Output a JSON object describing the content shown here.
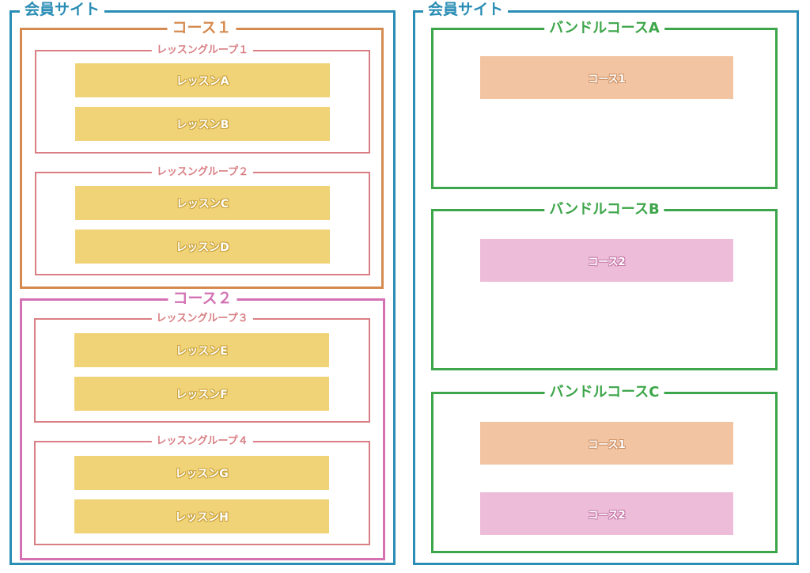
{
  "left_site": {
    "title": "会員サイト",
    "courses": [
      {
        "title": "コース１",
        "groups": [
          {
            "title": "レッスングループ１",
            "lessons": [
              "レッスンA",
              "レッスンB"
            ]
          },
          {
            "title": "レッスングループ２",
            "lessons": [
              "レッスンC",
              "レッスンD"
            ]
          }
        ]
      },
      {
        "title": "コース２",
        "groups": [
          {
            "title": "レッスングループ３",
            "lessons": [
              "レッスンE",
              "レッスンF"
            ]
          },
          {
            "title": "レッスングループ４",
            "lessons": [
              "レッスンG",
              "レッスンH"
            ]
          }
        ]
      }
    ]
  },
  "right_site": {
    "title": "会員サイト",
    "bundles": [
      {
        "title": "バンドルコースA",
        "courses": [
          "コース1"
        ]
      },
      {
        "title": "バンドルコースB",
        "courses": [
          "コース2"
        ]
      },
      {
        "title": "バンドルコースC",
        "courses": [
          "コース1",
          "コース2"
        ]
      }
    ]
  },
  "colors": {
    "site": "#2a8db5",
    "course1": "#d58b50",
    "course2": "#d371b3",
    "lesson_group": "#d97f84",
    "bundle": "#3da54a",
    "lesson_fill": "#f0d277",
    "course1_ref_fill": "#f2c4a2",
    "course2_ref_fill": "#ecbcd9"
  }
}
